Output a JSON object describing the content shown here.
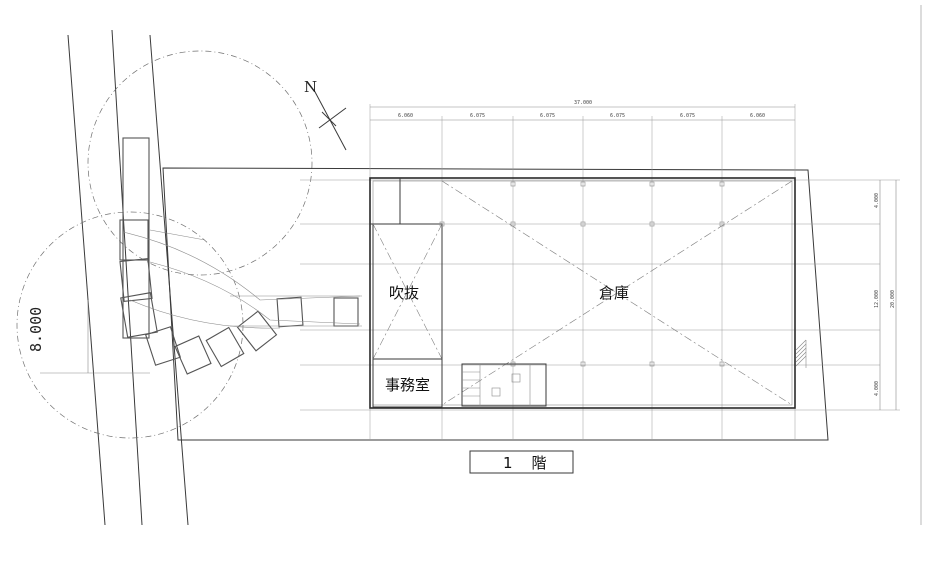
{
  "labels": {
    "north": "N",
    "turn_radius": "8.000",
    "void": "吹抜",
    "warehouse": "倉庫",
    "office": "事務室",
    "floor": "1　階"
  },
  "dimensions": {
    "total_width": "37.000",
    "top_spans": [
      "6.060",
      "6.075",
      "6.075",
      "6.075",
      "6.075",
      "6.060"
    ],
    "right_spans": [
      "4.000",
      "12.000",
      "4.000"
    ],
    "total_depth": "20.000"
  }
}
